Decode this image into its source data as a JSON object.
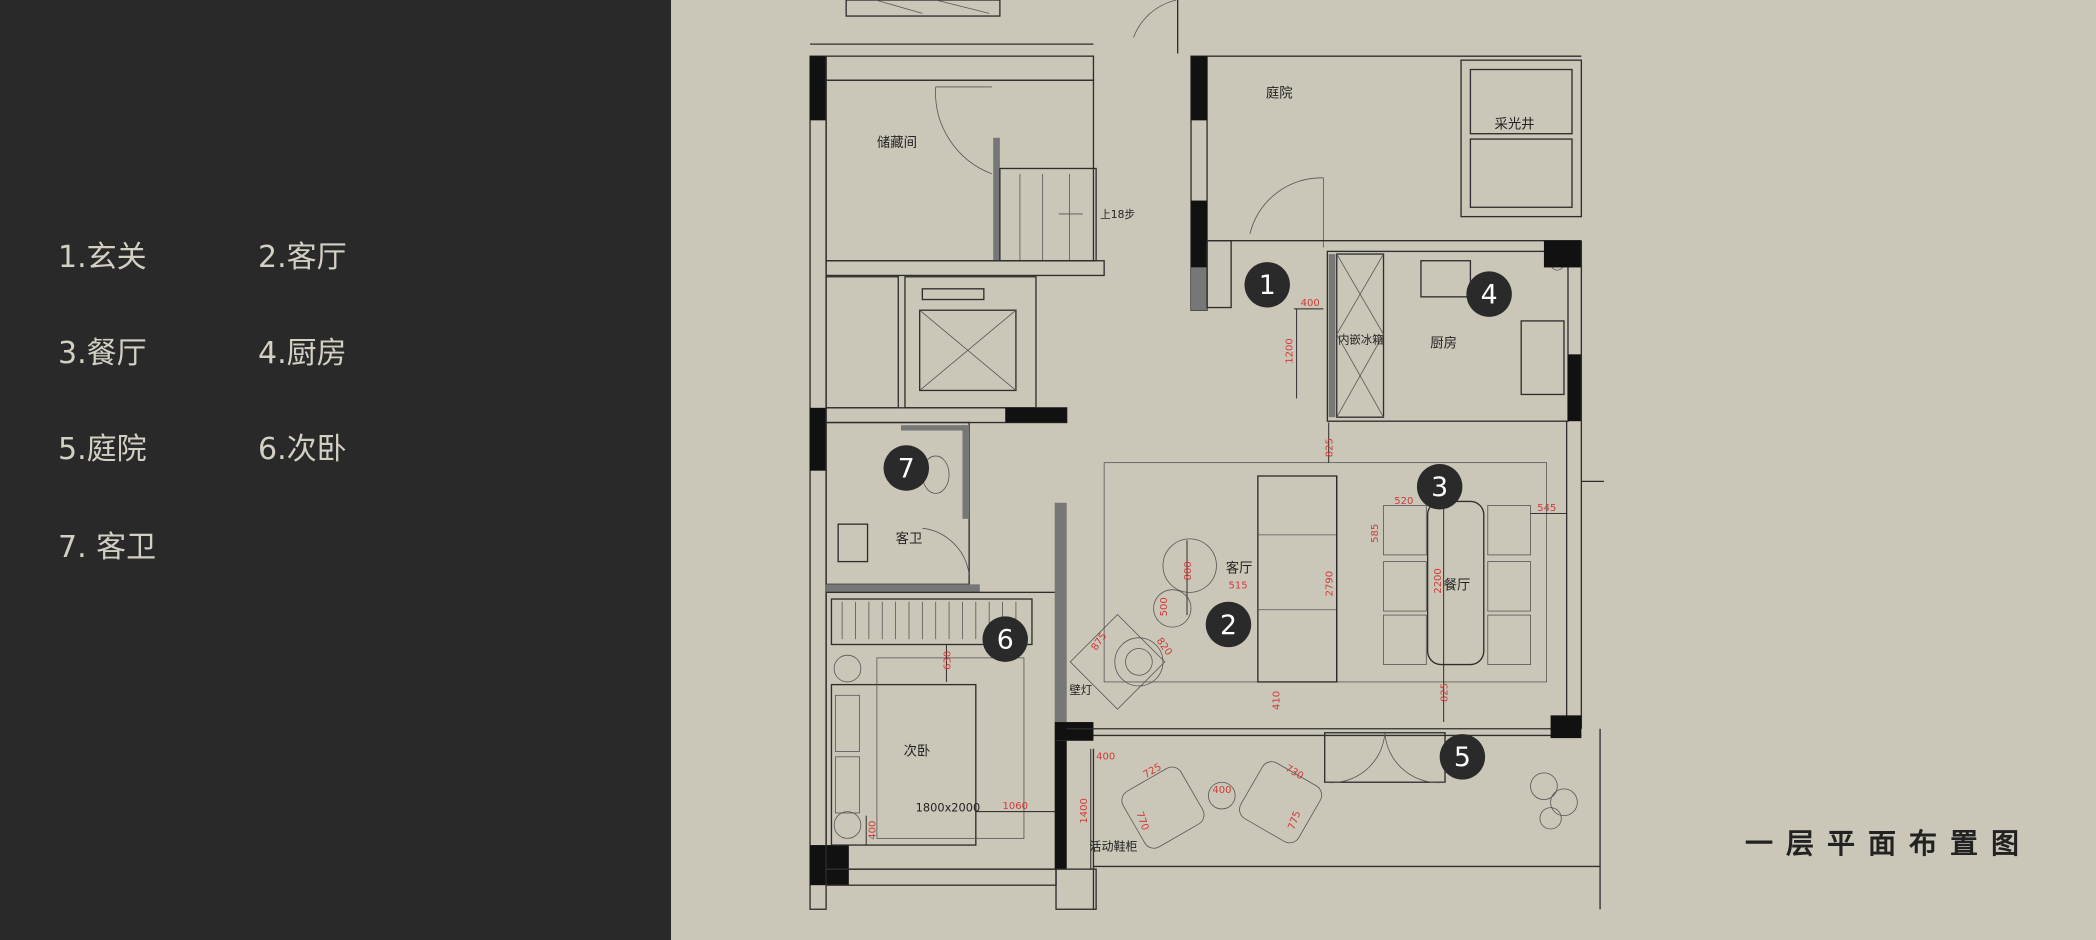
{
  "legend": [
    {
      "label": "1.玄关"
    },
    {
      "label": "2.客厅"
    },
    {
      "label": "3.餐厅"
    },
    {
      "label": "4.厨房"
    },
    {
      "label": "5.庭院"
    },
    {
      "label": "6.次卧"
    },
    {
      "label": "7. 客卫"
    }
  ],
  "plan": {
    "title": "一层平面布置图",
    "rooms": {
      "storage": "储藏间",
      "stairs": "上18步",
      "courtyard": "庭院",
      "lightwell": "采光井",
      "fridge": "内嵌冰箱",
      "kitchen": "厨房",
      "living": "客厅",
      "dining": "餐厅",
      "guest_bath": "客卫",
      "bedroom": "次卧",
      "bed_size": "1800x2000",
      "wall_lamp": "壁灯",
      "shoe_cabinet": "活动鞋柜"
    },
    "markers": [
      "1",
      "2",
      "3",
      "4",
      "5",
      "6",
      "7"
    ],
    "dimensions": {
      "d400a": "400",
      "d1200": "1200",
      "d825a": "825",
      "d825b": "825",
      "d520": "520",
      "d585": "585",
      "d545": "545",
      "d2200": "2200",
      "d2790": "2790",
      "d800": "800",
      "d515": "515",
      "d500": "500",
      "d875": "875",
      "d820": "820",
      "d410": "410",
      "d630": "630",
      "d1060": "1060",
      "d400b": "400",
      "d400c": "400",
      "d1400": "1400",
      "d725": "725",
      "d730": "730",
      "d770": "770",
      "d775": "775",
      "d400d": "400"
    }
  },
  "colors": {
    "panel": "#292929",
    "background": "#cbc7b8",
    "dimension": "#d03a3a",
    "marker": "#2a2a2a"
  }
}
